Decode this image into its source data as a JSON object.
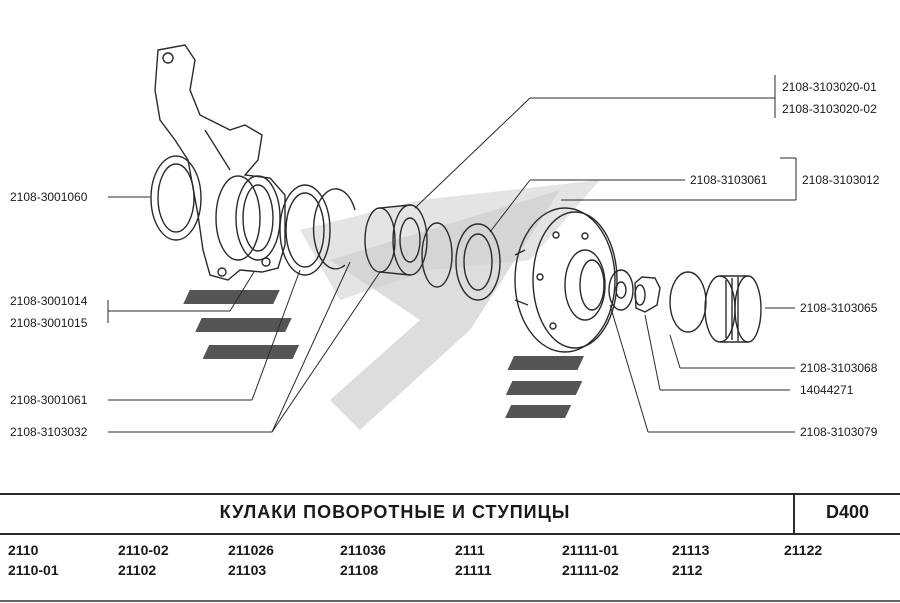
{
  "labels": {
    "l_3001060": "2108-3001060",
    "l_3001014": "2108-3001014",
    "l_3001015": "2108-3001015",
    "l_3001061": "2108-3001061",
    "l_3103032": "2108-3103032",
    "r_3103020_01": "2108-3103020-01",
    "r_3103020_02": "2108-3103020-02",
    "r_3103061": "2108-3103061",
    "r_3103012": "2108-3103012",
    "r_3103065": "2108-3103065",
    "r_3103068": "2108-3103068",
    "r_14044271": "14044271",
    "r_3103079": "2108-3103079"
  },
  "title": "КУЛАКИ  ПОВОРОТНЫЕ  И  СТУПИЦЫ",
  "code": "D400",
  "models": {
    "c1": [
      "2110",
      "2110-01"
    ],
    "c2": [
      "2110-02",
      "21102"
    ],
    "c3": [
      "211026",
      "21103"
    ],
    "c4": [
      "211036",
      "21108"
    ],
    "c5": [
      "2111",
      "21111"
    ],
    "c6": [
      "21111-01",
      "21111-02"
    ],
    "c7": [
      "21113",
      "2112"
    ],
    "c8": [
      "21122"
    ]
  },
  "colors": {
    "line": "#2a2a2a",
    "watermark": "#c8c8c8",
    "watermark_dark": "#555555"
  }
}
